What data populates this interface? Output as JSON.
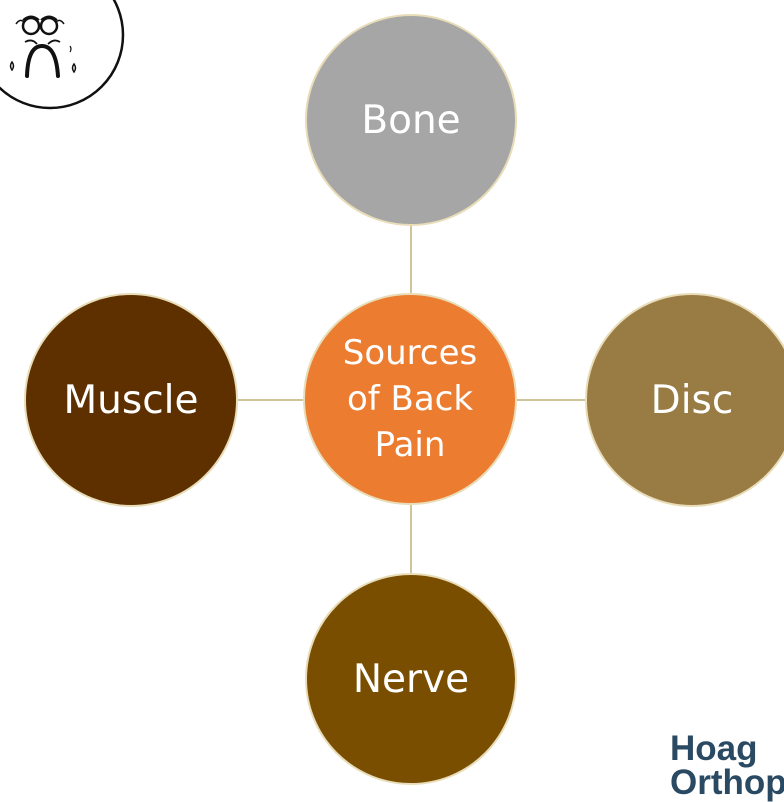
{
  "diagram": {
    "center": {
      "label_lines": [
        "Sources",
        "of Back",
        "Pain"
      ],
      "color": "#ec7c30"
    },
    "nodes": {
      "top": {
        "label": "Bone",
        "color": "#a6a6a6"
      },
      "left": {
        "label": "Muscle",
        "color": "#5e3000"
      },
      "right": {
        "label": "Disc",
        "color": "#997b44"
      },
      "bottom": {
        "label": "Nerve",
        "color": "#7a4e00"
      }
    },
    "connector_color": "#cfc59a",
    "outline_color": "#e8ddb8"
  },
  "branding": {
    "line1": "Hoag",
    "line2": "Orthop",
    "color": "#2a4a63"
  },
  "decor": {
    "logo_icon": "sad-face-icon"
  }
}
